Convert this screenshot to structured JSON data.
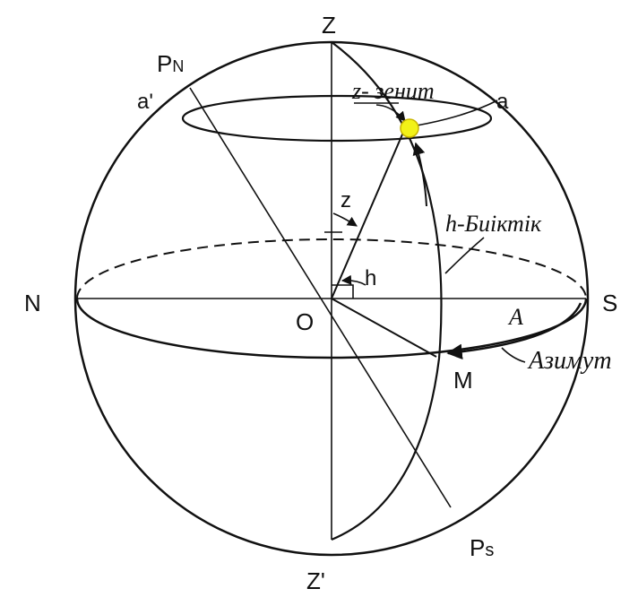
{
  "labels": {
    "zenith_top": "Z",
    "nadir": "Z'",
    "north_pole": "P",
    "north_pole_sub": "N",
    "south_pole": "P",
    "south_pole_sub": "s",
    "north": "N",
    "south": "S",
    "center": "O",
    "a_prime": "a'",
    "a": "a",
    "zenith_text": "z- зенит",
    "z_angle": "z",
    "h_angle": "h",
    "altitude_text": "h-Биіктік",
    "azimuth_letter": "A",
    "azimuth_text": "Азимут",
    "m_point": "M"
  },
  "colors": {
    "star": "#f2f218",
    "line": "#111111"
  }
}
